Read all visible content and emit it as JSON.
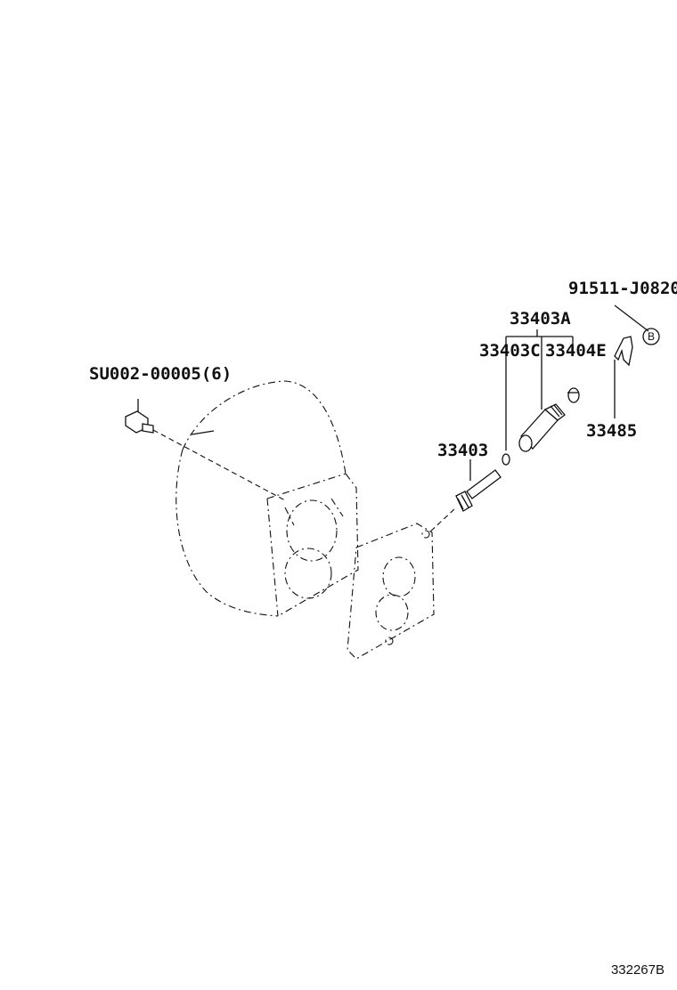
{
  "labels": {
    "bolt": "SU002-00005(6)",
    "sensor_assy": "33403A",
    "oring": "33403C",
    "sleeve": "33404E",
    "gear": "33403",
    "clip_code": "91511-J0820",
    "clip": "33485",
    "circle_ref": "B"
  },
  "figure_code": "332267B"
}
